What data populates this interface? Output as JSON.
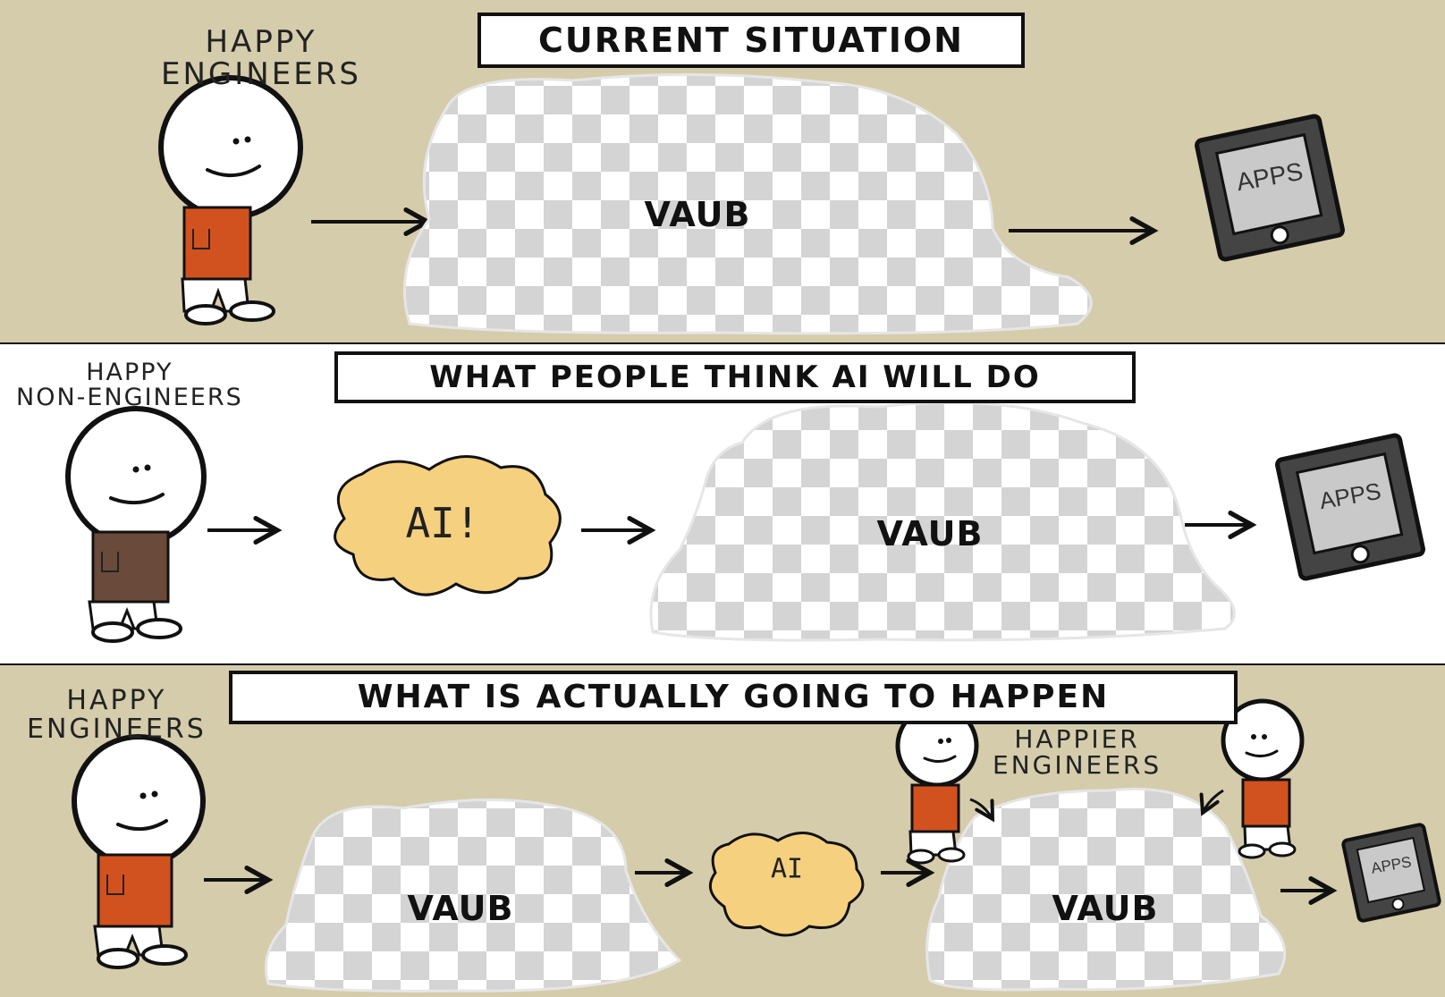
{
  "colors": {
    "tan_background": "#d5ccac",
    "white_background": "#ffffff",
    "ai_blob": "#f5d07f",
    "shirt_orange": "#d2521f",
    "shirt_brown": "#6a4a3a"
  },
  "panel_1": {
    "title": "CURRENT SITUATION",
    "character_label": [
      "HAPPY",
      "ENGINEERS"
    ],
    "blob_label": "VAUB",
    "apps_label": "APPS"
  },
  "panel_2": {
    "title": "WHAT PEOPLE THINK AI WILL DO",
    "character_label": [
      "HAPPY",
      "NON-ENGINEERS"
    ],
    "ai_label": "AI!",
    "blob_label": "VAUB",
    "apps_label": "APPS"
  },
  "panel_3": {
    "title": "WHAT IS ACTUALLY GOING TO HAPPEN",
    "character_label": [
      "HAPPY",
      "ENGINEERS"
    ],
    "helper_label": [
      "HAPPIER",
      "ENGINEERS"
    ],
    "blob_1_label": "VAUB",
    "ai_label": "AI",
    "blob_2_label": "VAUB",
    "apps_label": "APPS"
  }
}
